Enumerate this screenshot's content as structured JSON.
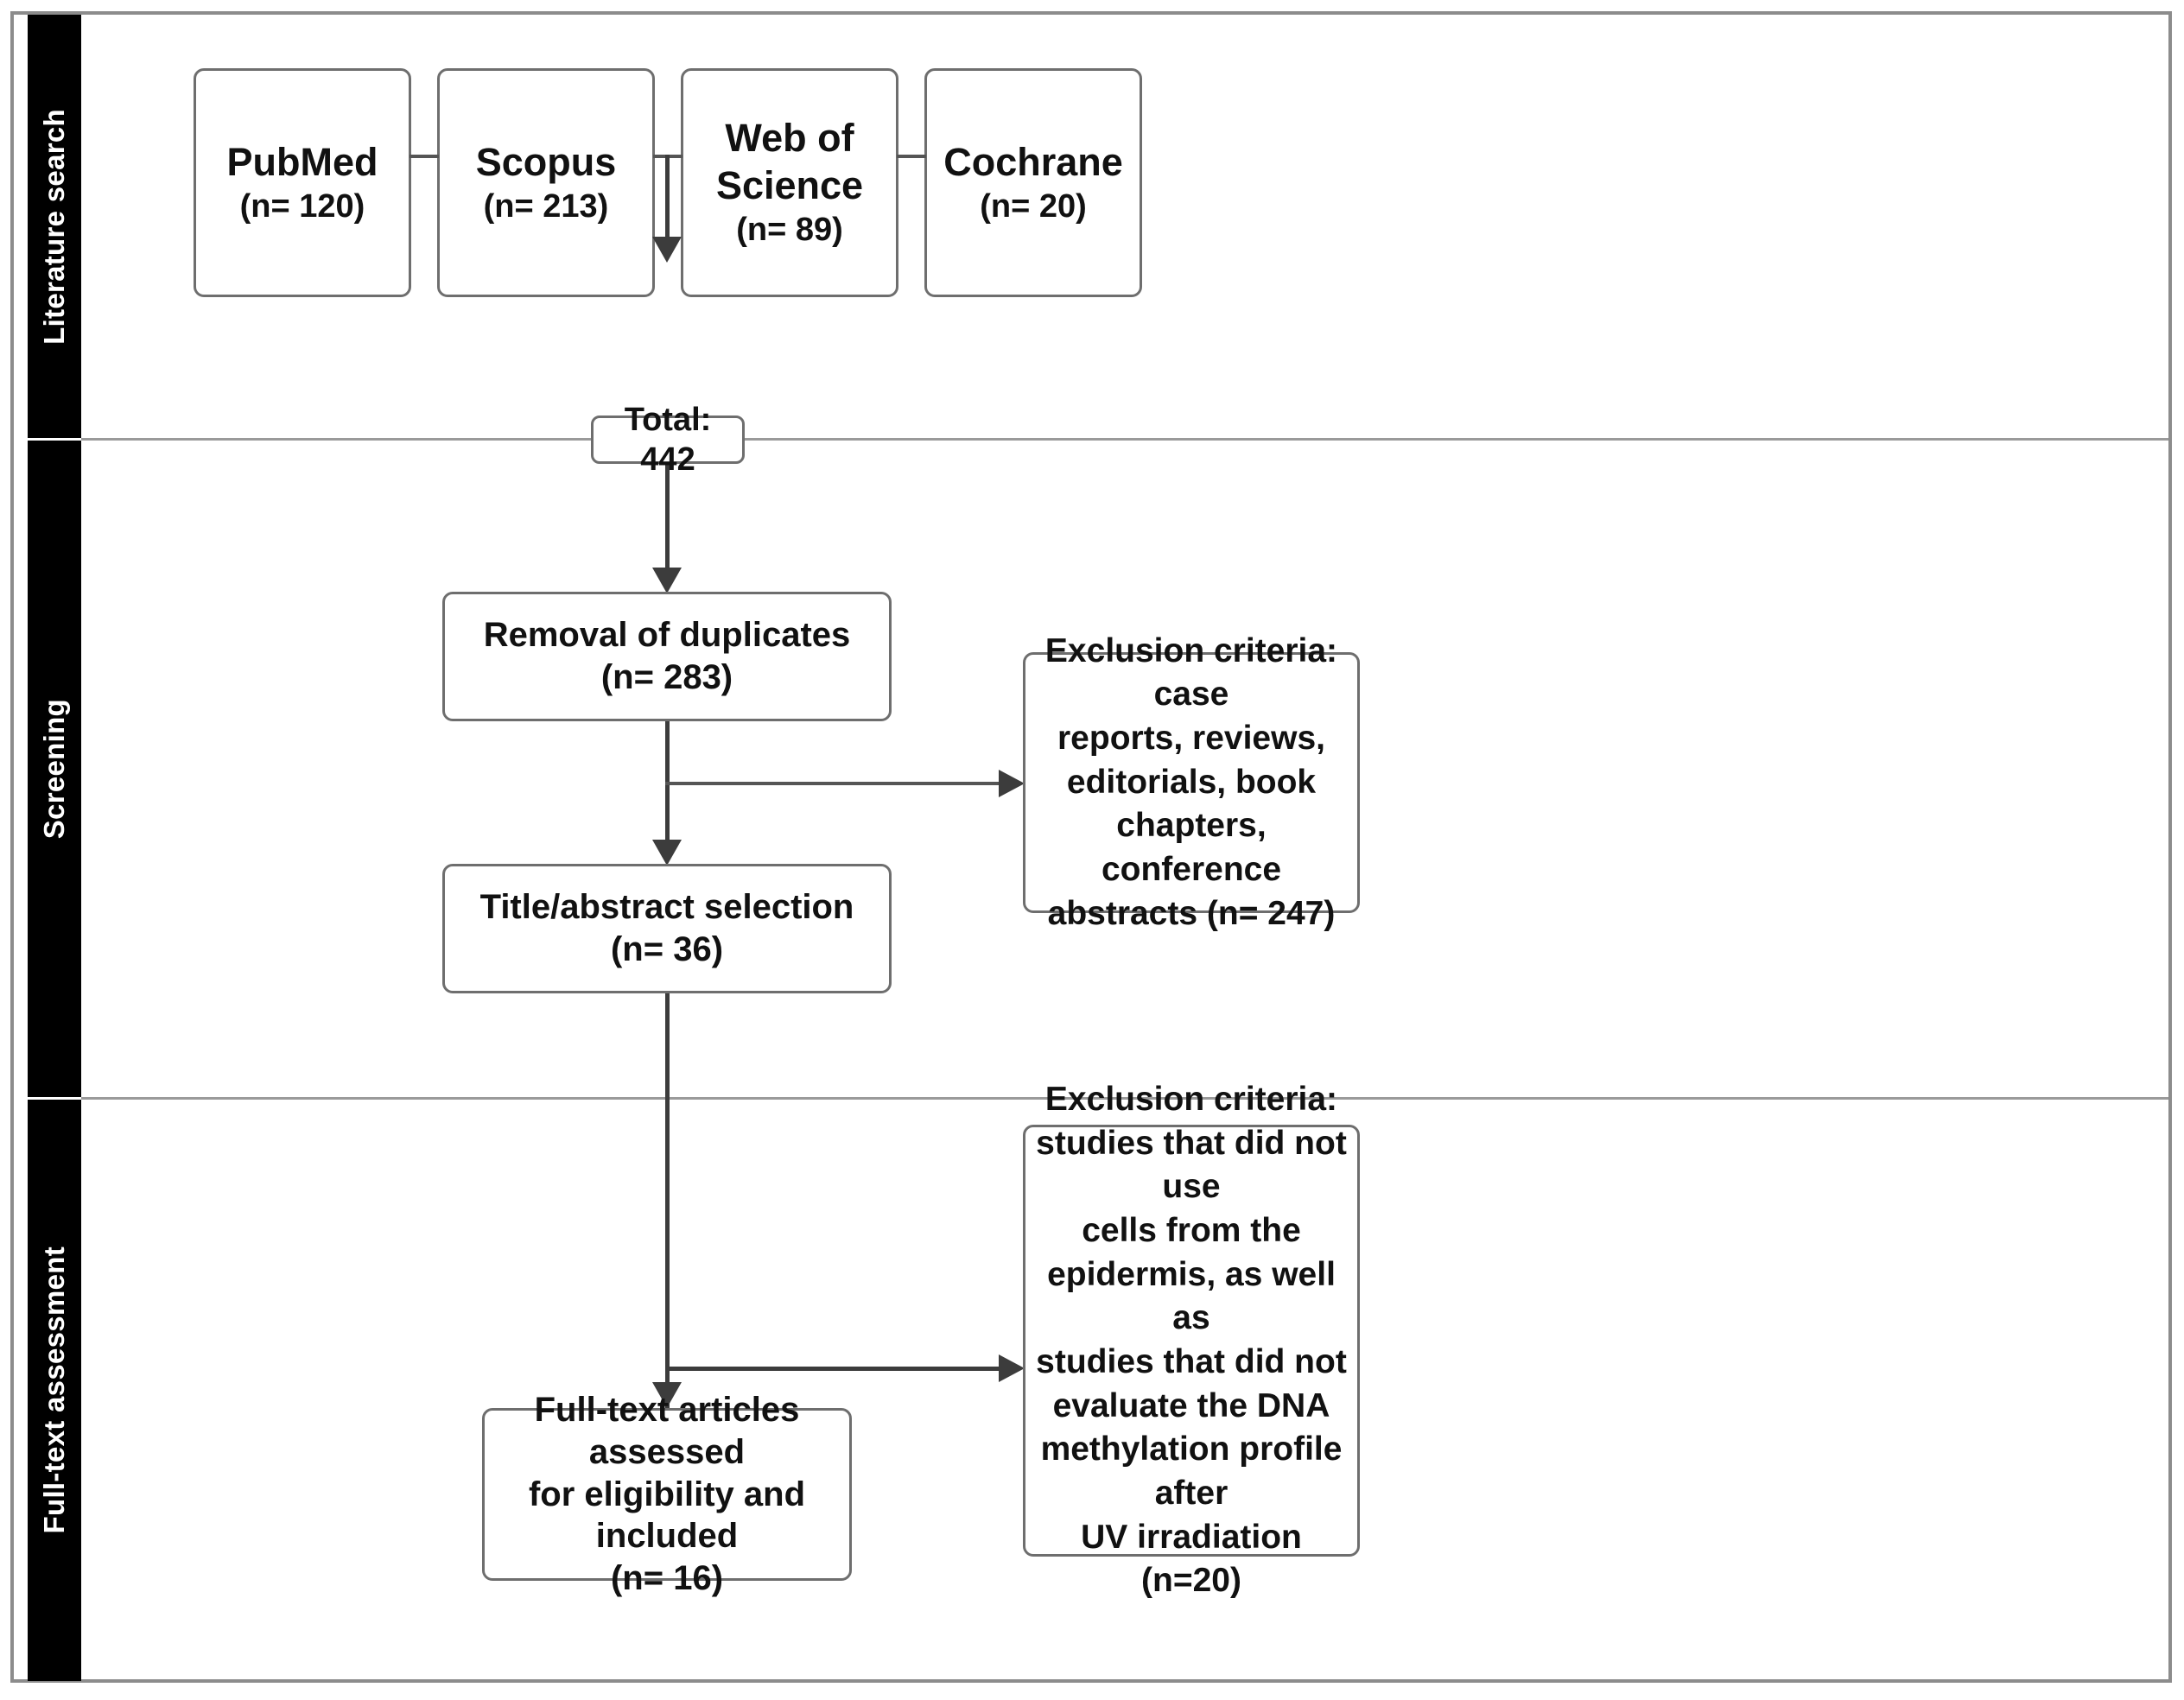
{
  "diagram": {
    "title": "PRISMA study selection flow diagram",
    "colors": {
      "rail_background": "#000000",
      "rail_text": "#ffffff",
      "node_border": "#6e6e6e",
      "connector": "#3c3c3c",
      "frame_border": "#8c8c8c",
      "canvas": "#ffffff"
    },
    "stages": [
      {
        "id": "literature-search",
        "label": "Literature search"
      },
      {
        "id": "screening",
        "label": "Screening"
      },
      {
        "id": "full-text-assessment",
        "label": "Full-text assessment"
      }
    ],
    "databases": [
      {
        "id": "pubmed",
        "name": "PubMed",
        "count": "(n= 120)"
      },
      {
        "id": "scopus",
        "name": "Scopus",
        "count": "(n= 213)"
      },
      {
        "id": "web-of-science",
        "name_line1": "Web of",
        "name_line2": "Science",
        "count": "(n= 89)"
      },
      {
        "id": "cochrane",
        "name": "Cochrane",
        "count": "(n= 20)"
      }
    ],
    "total": {
      "label": "Total: 442"
    },
    "steps": [
      {
        "id": "removal-of-duplicates",
        "label": "Removal of duplicates",
        "count": "(n= 283)"
      },
      {
        "id": "title-abstract-selection",
        "label": "Title/abstract selection",
        "count": "(n= 36)"
      },
      {
        "id": "full-text-articles",
        "label_line1": "Full-text articles assessed",
        "label_line2": "for eligibility and included",
        "count": "(n= 16)"
      }
    ],
    "exclusions": [
      {
        "id": "exclusion-screening",
        "lines": [
          "Exclusion criteria: case",
          "reports, reviews,",
          "editorials, book",
          "chapters, conference",
          "abstracts (n= 247)"
        ]
      },
      {
        "id": "exclusion-full-text",
        "lines": [
          "Exclusion criteria:",
          "studies that did not use",
          "cells from the",
          "epidermis, as well as",
          "studies that did not",
          "evaluate the DNA",
          "methylation profile after",
          "UV irradiation (n=20)"
        ]
      }
    ]
  }
}
